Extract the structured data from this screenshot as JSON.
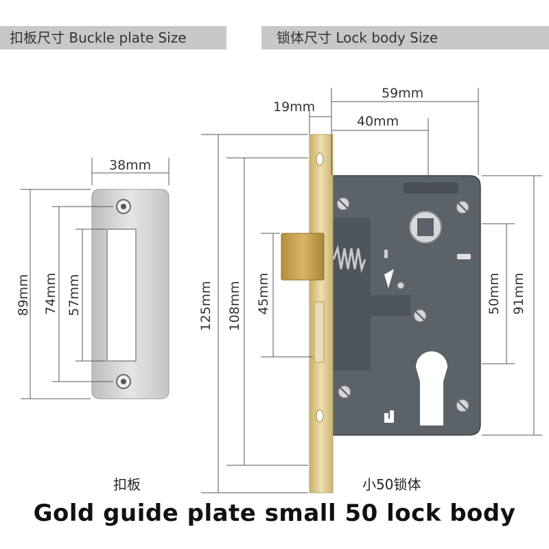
{
  "headers": {
    "left": "扣板尺寸 Buckle plate Size",
    "right": "锁体尺寸 Lock body Size"
  },
  "buckle_plate": {
    "width": "38mm",
    "height_total": "89mm",
    "height_holes": "74mm",
    "height_slot": "57mm",
    "caption": "扣板"
  },
  "lock_body": {
    "width_total": "59mm",
    "faceplate_depth": "19mm",
    "backset": "40mm",
    "faceplate_height": "125mm",
    "faceplate_holes": "108mm",
    "latch_to_bolt": "45mm",
    "cylinder_spacing": "50mm",
    "body_height": "91mm",
    "caption": "小50锁体"
  },
  "title": "Gold guide plate small 50 lock body",
  "colors": {
    "banner": "#c8c8c8",
    "lock_case": "#5b6268",
    "faceplate_gold": "#d9c48a",
    "strike_plate": "#cfcfcf"
  }
}
